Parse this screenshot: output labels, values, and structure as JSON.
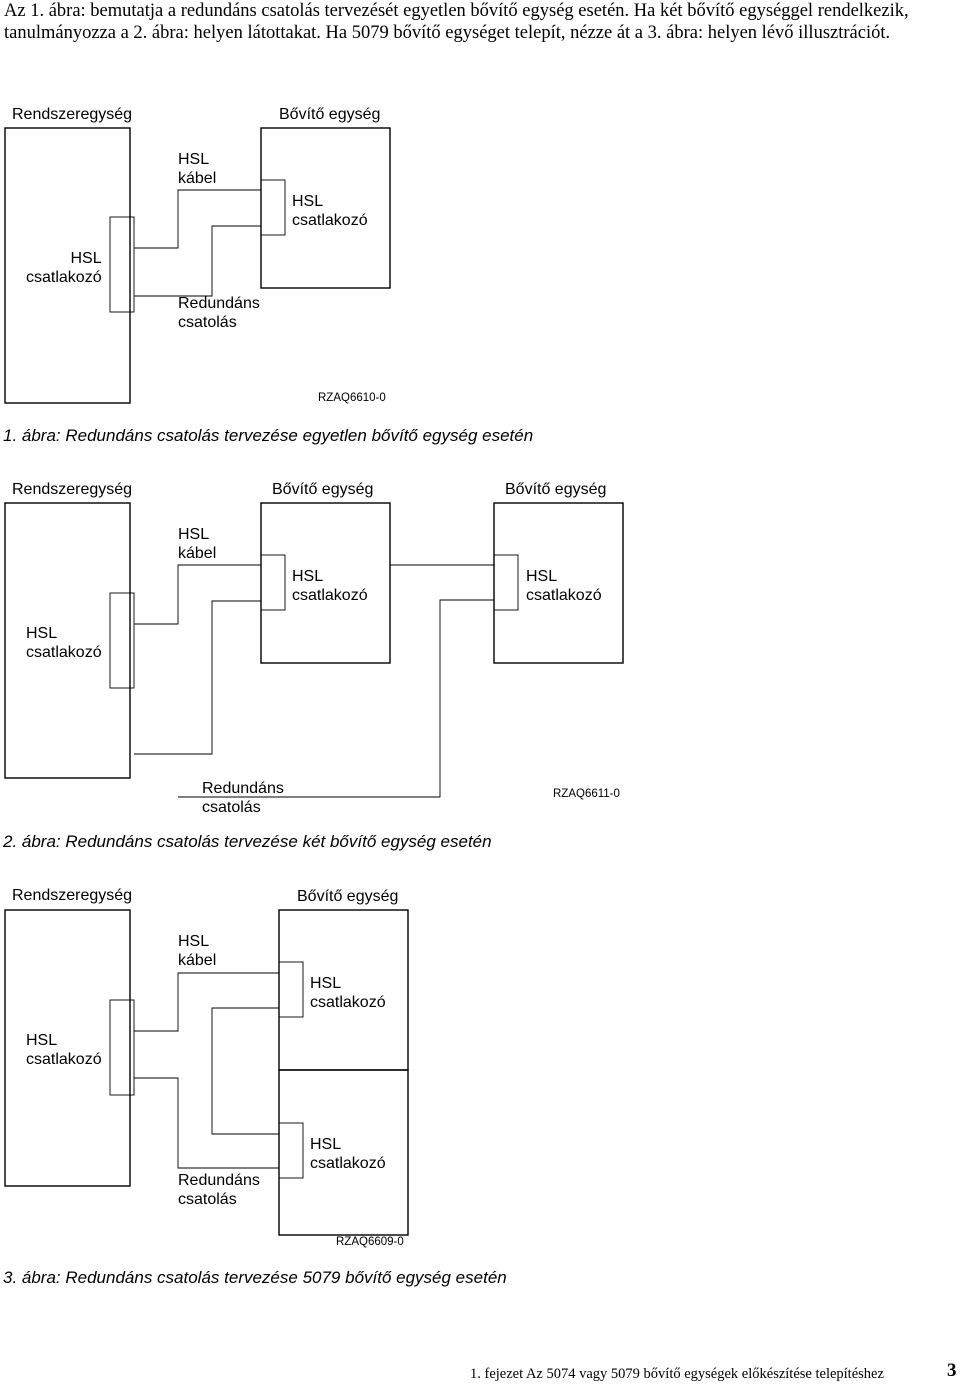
{
  "intro": "Az 1. ábra: bemutatja a redundáns csatolás tervezését egyetlen bővítő egység esetén. Ha két bővítő egységgel rendelkezik, tanulmányozza a 2. ábra: helyen látottakat. Ha 5079 bővítő egységet telepít, nézze át a 3. ábra: helyen lévő illusztrációt.",
  "figures": [
    {
      "labels": {
        "system_unit": "Rendszeregység",
        "expansion_unit": "Bővítő egység",
        "hsl_cable": "HSL\nkábel",
        "hsl_connector_expansion": "HSL\ncsatlakozó",
        "hsl_connector_system": "HSL\ncsatlakozó",
        "redundant_link": "Redundáns\ncsatolás"
      },
      "code": "RZAQ6610-0",
      "caption": "1. ábra: Redundáns csatolás tervezése egyetlen bővítő egység esetén"
    },
    {
      "labels": {
        "system_unit": "Rendszeregység",
        "expansion_unit_1": "Bővítő egység",
        "expansion_unit_2": "Bővítő egység",
        "hsl_cable": "HSL\nkábel",
        "hsl_connector_expansion_1": "HSL\ncsatlakozó",
        "hsl_connector_expansion_2": "HSL\ncsatlakozó",
        "hsl_connector_system": "HSL\ncsatlakozó",
        "redundant_link": "Redundáns\ncsatolás"
      },
      "code": "RZAQ6611-0",
      "caption": "2. ábra: Redundáns csatolás tervezése két bővítő egység esetén"
    },
    {
      "labels": {
        "system_unit": "Rendszeregység",
        "expansion_unit": "Bővítő egység",
        "hsl_cable": "HSL\nkábel",
        "hsl_connector_upper": "HSL\ncsatlakozó",
        "hsl_connector_lower": "HSL\ncsatlakozó",
        "hsl_connector_system": "HSL\ncsatlakozó",
        "redundant_link": "Redundáns\ncsatolás"
      },
      "code": "RZAQ6609-0",
      "caption": "3. ábra: Redundáns csatolás tervezése 5079 bővítő egység esetén"
    }
  ],
  "footer": {
    "text": "1. fejezet Az 5074 vagy 5079 bővítő egységek előkészítése telepítéshez",
    "page_number": "3"
  }
}
